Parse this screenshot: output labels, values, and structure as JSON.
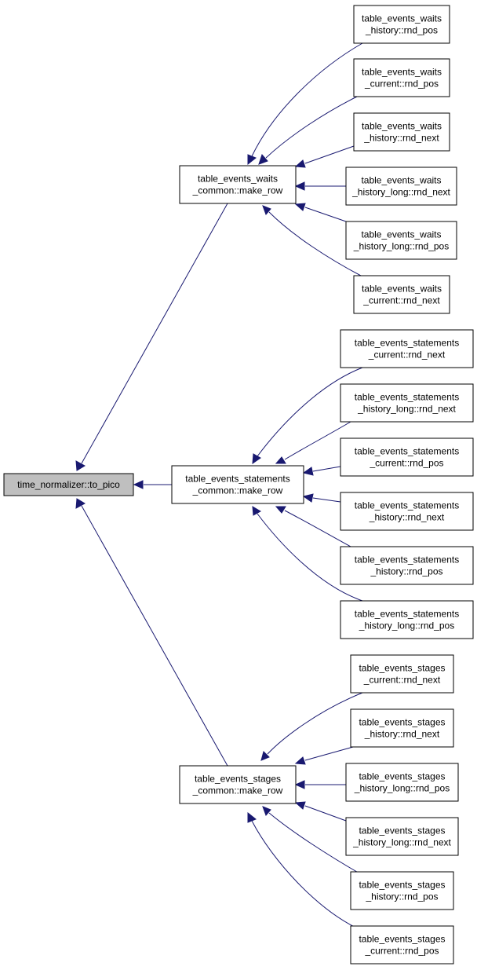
{
  "graph": {
    "root": {
      "id": "root",
      "lines": [
        "time_normalizer::to_pico"
      ]
    },
    "groups": [
      {
        "hub": {
          "id": "waits_common",
          "lines": [
            "table_events_waits",
            "_common::make_row"
          ]
        },
        "callers": [
          {
            "id": "w1",
            "lines": [
              "table_events_waits",
              "_history::rnd_pos"
            ]
          },
          {
            "id": "w2",
            "lines": [
              "table_events_waits",
              "_current::rnd_pos"
            ]
          },
          {
            "id": "w3",
            "lines": [
              "table_events_waits",
              "_history::rnd_next"
            ]
          },
          {
            "id": "w4",
            "lines": [
              "table_events_waits",
              "_history_long::rnd_next"
            ]
          },
          {
            "id": "w5",
            "lines": [
              "table_events_waits",
              "_history_long::rnd_pos"
            ]
          },
          {
            "id": "w6",
            "lines": [
              "table_events_waits",
              "_current::rnd_next"
            ]
          }
        ]
      },
      {
        "hub": {
          "id": "statements_common",
          "lines": [
            "table_events_statements",
            "_common::make_row"
          ]
        },
        "callers": [
          {
            "id": "s1",
            "lines": [
              "table_events_statements",
              "_current::rnd_next"
            ]
          },
          {
            "id": "s2",
            "lines": [
              "table_events_statements",
              "_history_long::rnd_next"
            ]
          },
          {
            "id": "s3",
            "lines": [
              "table_events_statements",
              "_current::rnd_pos"
            ]
          },
          {
            "id": "s4",
            "lines": [
              "table_events_statements",
              "_history::rnd_next"
            ]
          },
          {
            "id": "s5",
            "lines": [
              "table_events_statements",
              "_history::rnd_pos"
            ]
          },
          {
            "id": "s6",
            "lines": [
              "table_events_statements",
              "_history_long::rnd_pos"
            ]
          }
        ]
      },
      {
        "hub": {
          "id": "stages_common",
          "lines": [
            "table_events_stages",
            "_common::make_row"
          ]
        },
        "callers": [
          {
            "id": "g1",
            "lines": [
              "table_events_stages",
              "_current::rnd_next"
            ]
          },
          {
            "id": "g2",
            "lines": [
              "table_events_stages",
              "_history::rnd_next"
            ]
          },
          {
            "id": "g3",
            "lines": [
              "table_events_stages",
              "_history_long::rnd_pos"
            ]
          },
          {
            "id": "g4",
            "lines": [
              "table_events_stages",
              "_history_long::rnd_next"
            ]
          },
          {
            "id": "g5",
            "lines": [
              "table_events_stages",
              "_history::rnd_pos"
            ]
          },
          {
            "id": "g6",
            "lines": [
              "table_events_stages",
              "_current::rnd_pos"
            ]
          }
        ]
      }
    ],
    "edge_color": "#191970",
    "root_fill": "#bfbfbf"
  }
}
